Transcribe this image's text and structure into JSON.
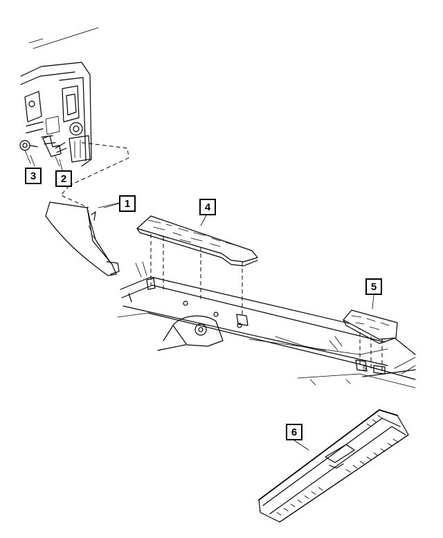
{
  "callouts": [
    {
      "id": "1",
      "label": "1"
    },
    {
      "id": "2",
      "label": "2"
    },
    {
      "id": "3",
      "label": "3"
    },
    {
      "id": "4",
      "label": "4"
    },
    {
      "id": "5",
      "label": "5"
    },
    {
      "id": "6",
      "label": "6"
    }
  ],
  "stamped_marks": {
    "floor_five": "5"
  },
  "colors": {
    "line": "#000000",
    "background": "#ffffff"
  }
}
